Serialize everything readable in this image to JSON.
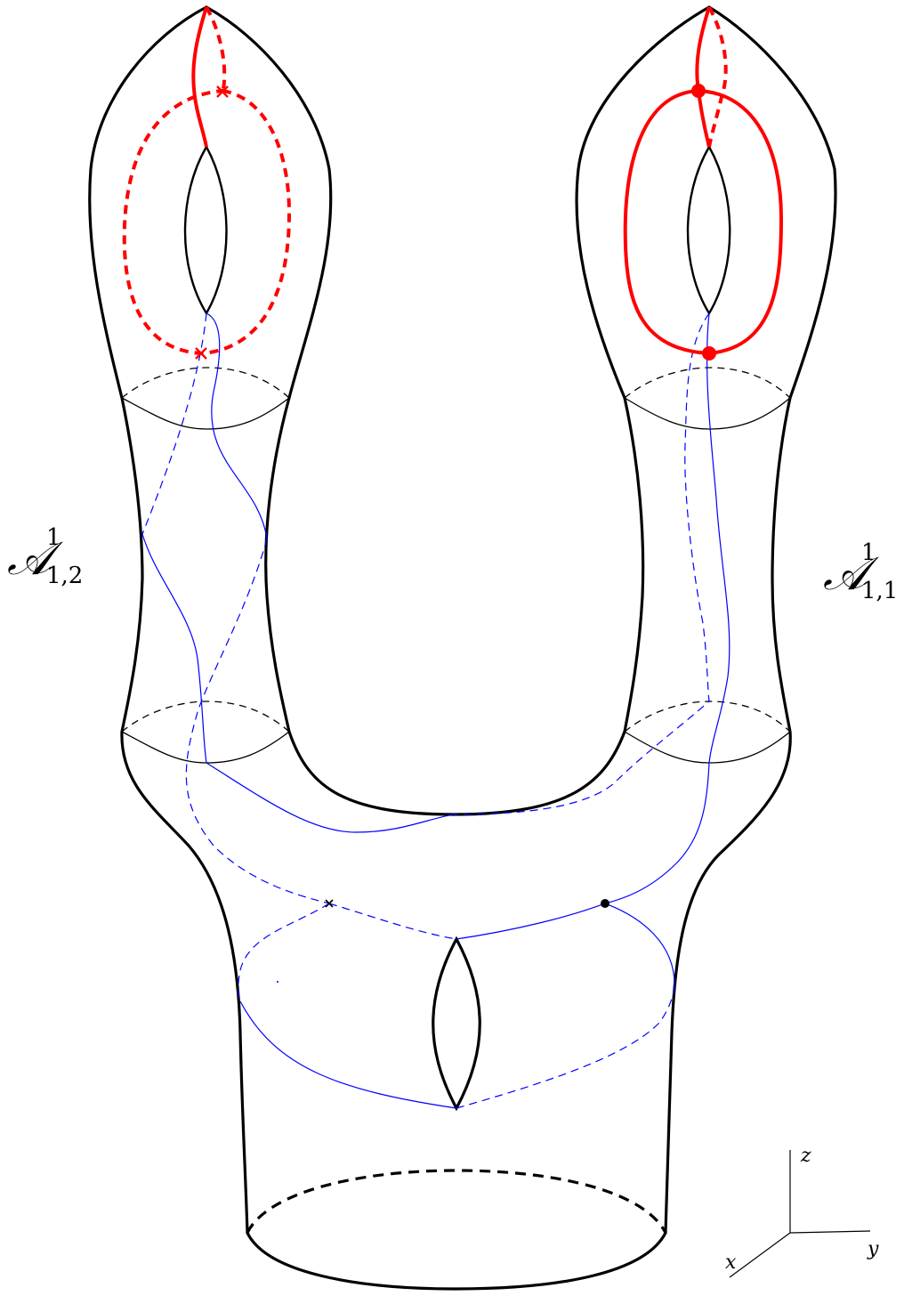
{
  "labels": {
    "left_surface": {
      "main": "𝒜",
      "sup": "1",
      "sub": "1,2"
    },
    "right_surface": {
      "main": "𝒜",
      "sup": "1",
      "sub": "1,1"
    }
  },
  "axes": {
    "z": "z",
    "y": "y",
    "x": "x"
  },
  "colors": {
    "outline": "#000000",
    "red_curve": "#ff0000",
    "blue_curve": "#0000ff"
  }
}
